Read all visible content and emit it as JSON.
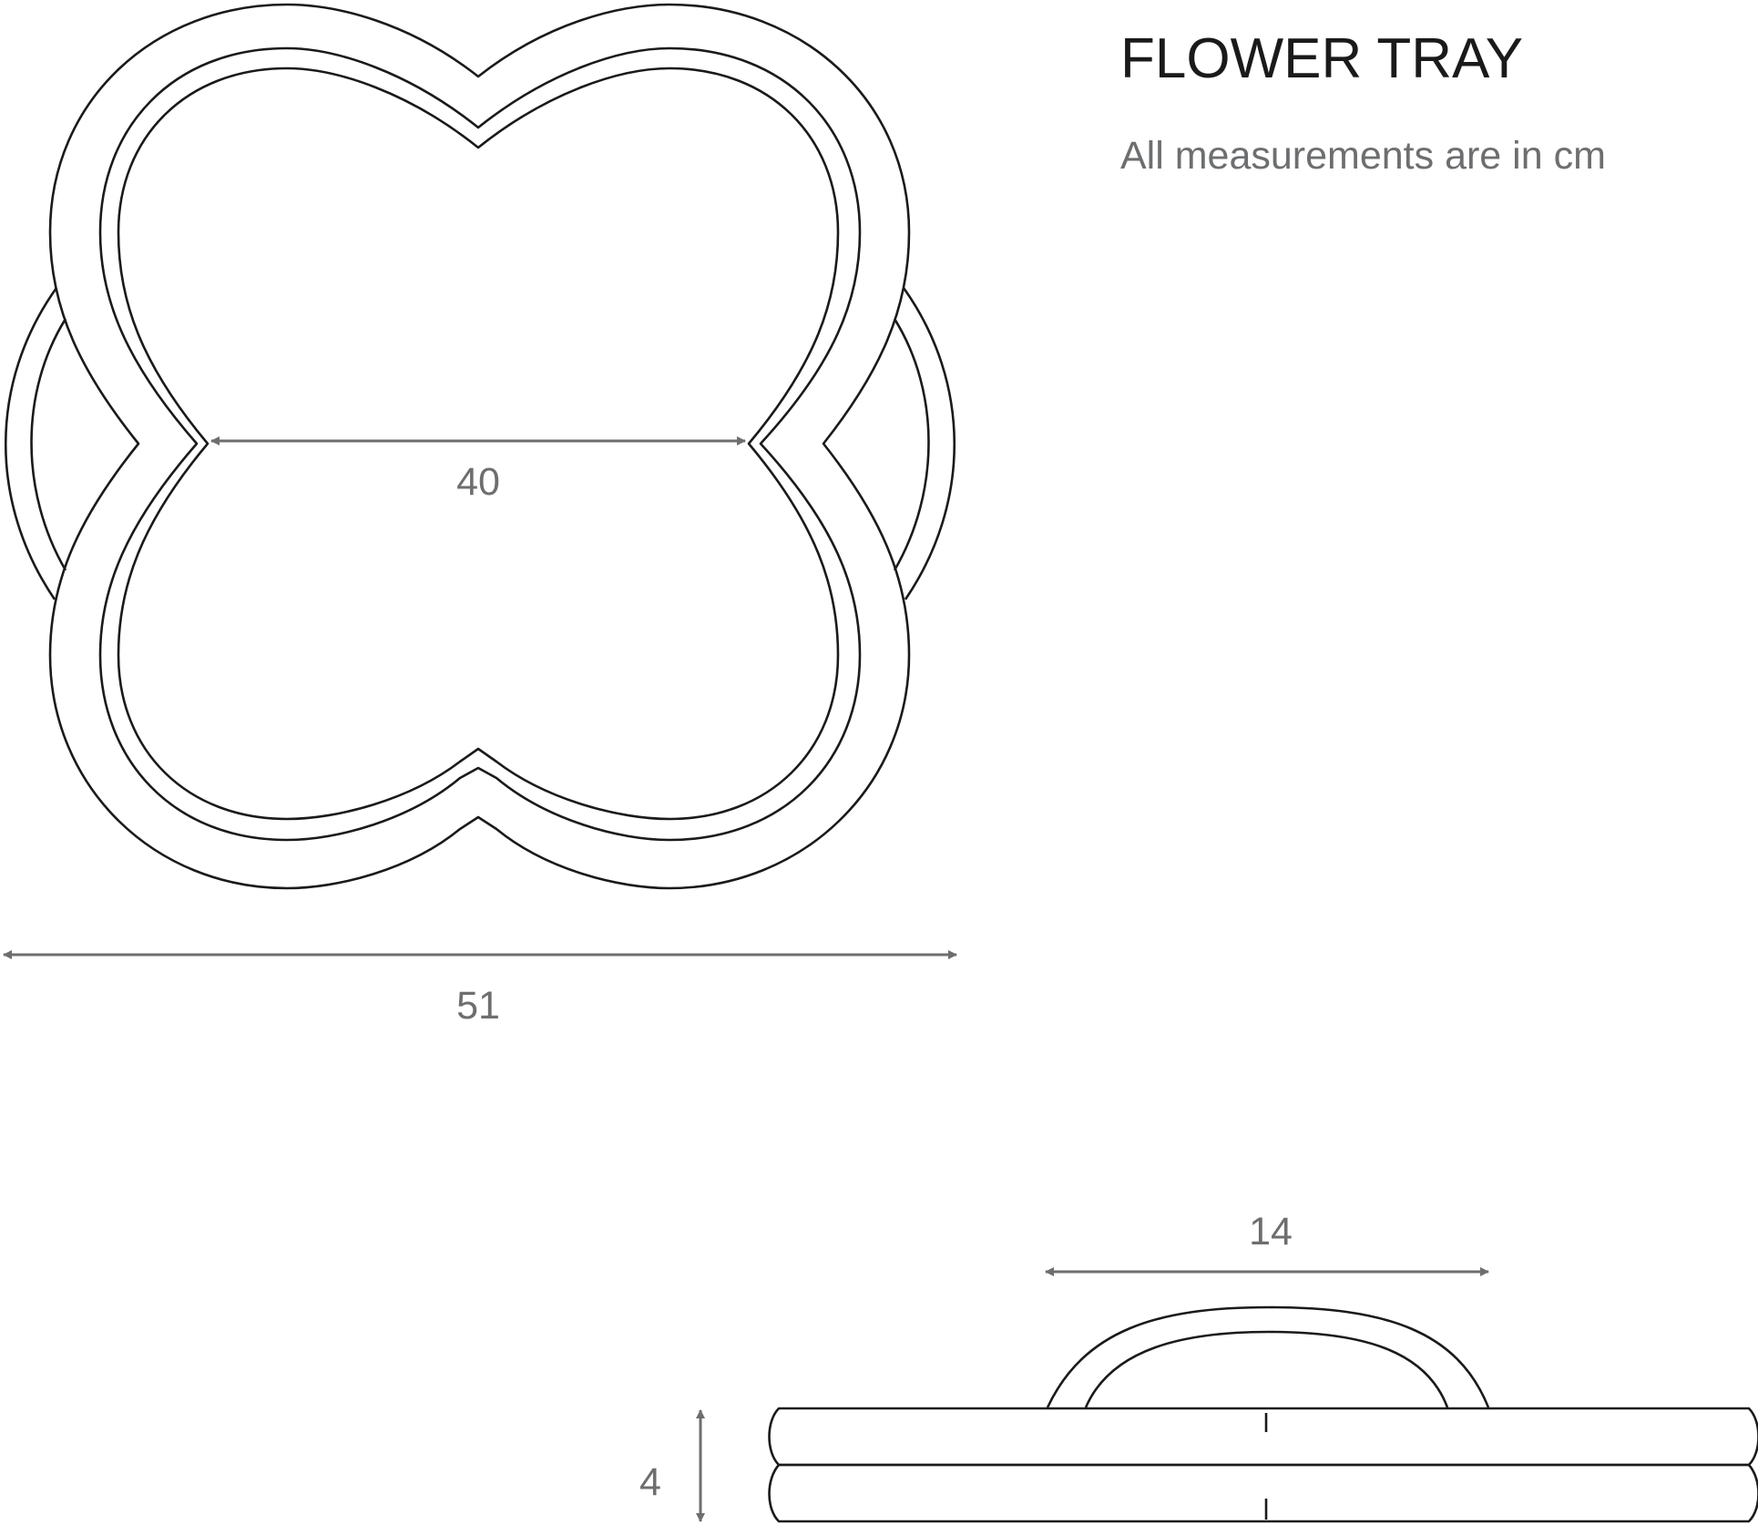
{
  "title": "FLOWER TRAY",
  "subtitle": "All measurements are in cm",
  "dimensions": {
    "inner_width": "40",
    "overall_width": "51",
    "handle_width": "14",
    "height": "4"
  },
  "colors": {
    "outline": "#1a1a1a",
    "dimension": "#6d6e70",
    "background": "#ffffff"
  }
}
